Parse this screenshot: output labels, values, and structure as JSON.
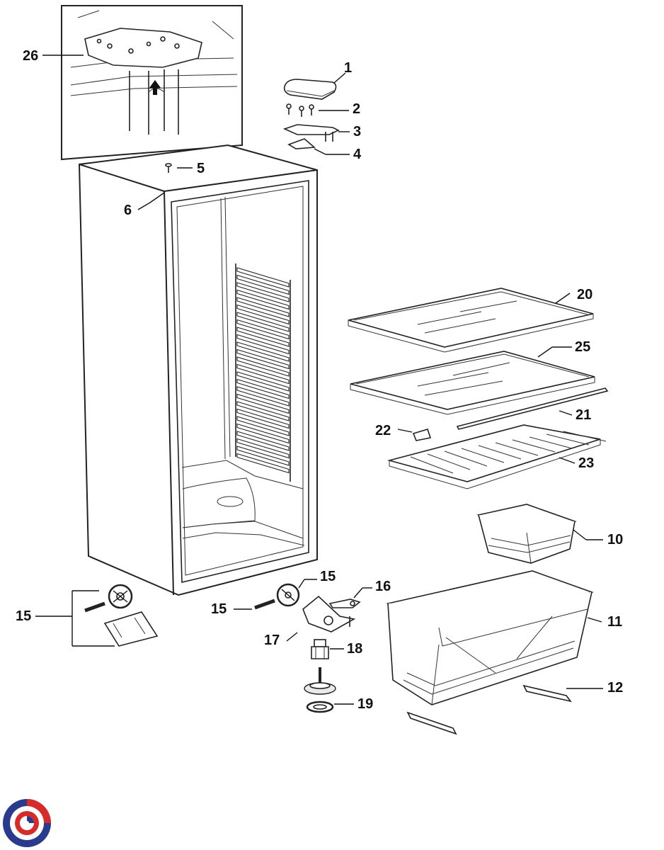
{
  "labels": {
    "p1": "1",
    "p2": "2",
    "p3": "3",
    "p4": "4",
    "p5": "5",
    "p6": "6",
    "p10": "10",
    "p11": "11",
    "p12": "12",
    "p15a": "15",
    "p15b": "15",
    "p15c": "15",
    "p16": "16",
    "p17": "17",
    "p18": "18",
    "p19": "19",
    "p20": "20",
    "p21": "21",
    "p22": "22",
    "p23": "23",
    "p25": "25",
    "p26": "26"
  },
  "logo": {
    "colors": [
      "#2a3a8c",
      "#d62b2b"
    ]
  }
}
